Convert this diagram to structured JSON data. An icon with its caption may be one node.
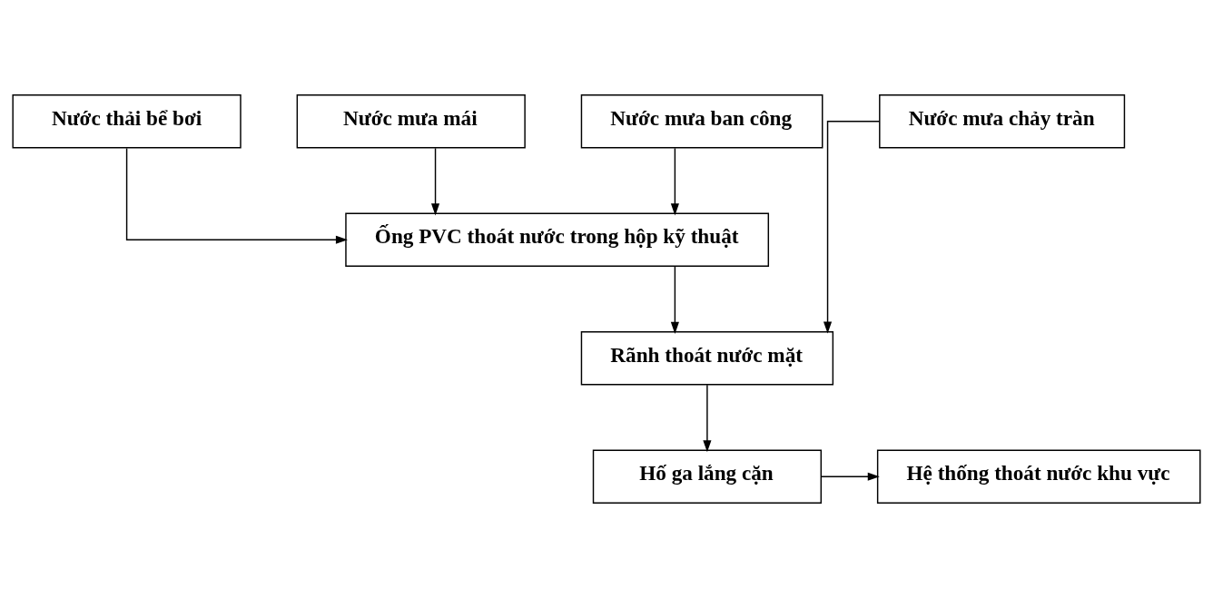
{
  "diagram": {
    "nodes": [
      {
        "text": [
          "Nước thải bể bơi"
        ]
      },
      {
        "text": [
          "Nước mưa mái"
        ]
      },
      {
        "text": [
          "Nước mưa ban công"
        ]
      },
      {
        "text": [
          "Nước mưa chảy tràn"
        ]
      },
      {
        "text": [
          "Ống PVC thoát nước trong hộp kỹ thuật"
        ]
      },
      {
        "text": [
          "Rãnh thoát nước mặt"
        ]
      },
      {
        "text": [
          "Hố ga lắng cặn"
        ]
      },
      {
        "text": [
          "Hệ thống thoát nước khu vực"
        ]
      }
    ],
    "edges": [
      {
        "from": 0,
        "to": 4,
        "arrow": "to"
      },
      {
        "from": 1,
        "to": 4,
        "arrow": "to"
      },
      {
        "from": 2,
        "to": 4,
        "arrow": "to"
      },
      {
        "from": 4,
        "to": 5,
        "arrow": "to"
      },
      {
        "from": 3,
        "to": 5,
        "arrow": "to"
      },
      {
        "from": 5,
        "to": 6,
        "arrow": "to"
      },
      {
        "from": 6,
        "to": 7,
        "arrow": "to"
      }
    ]
  }
}
